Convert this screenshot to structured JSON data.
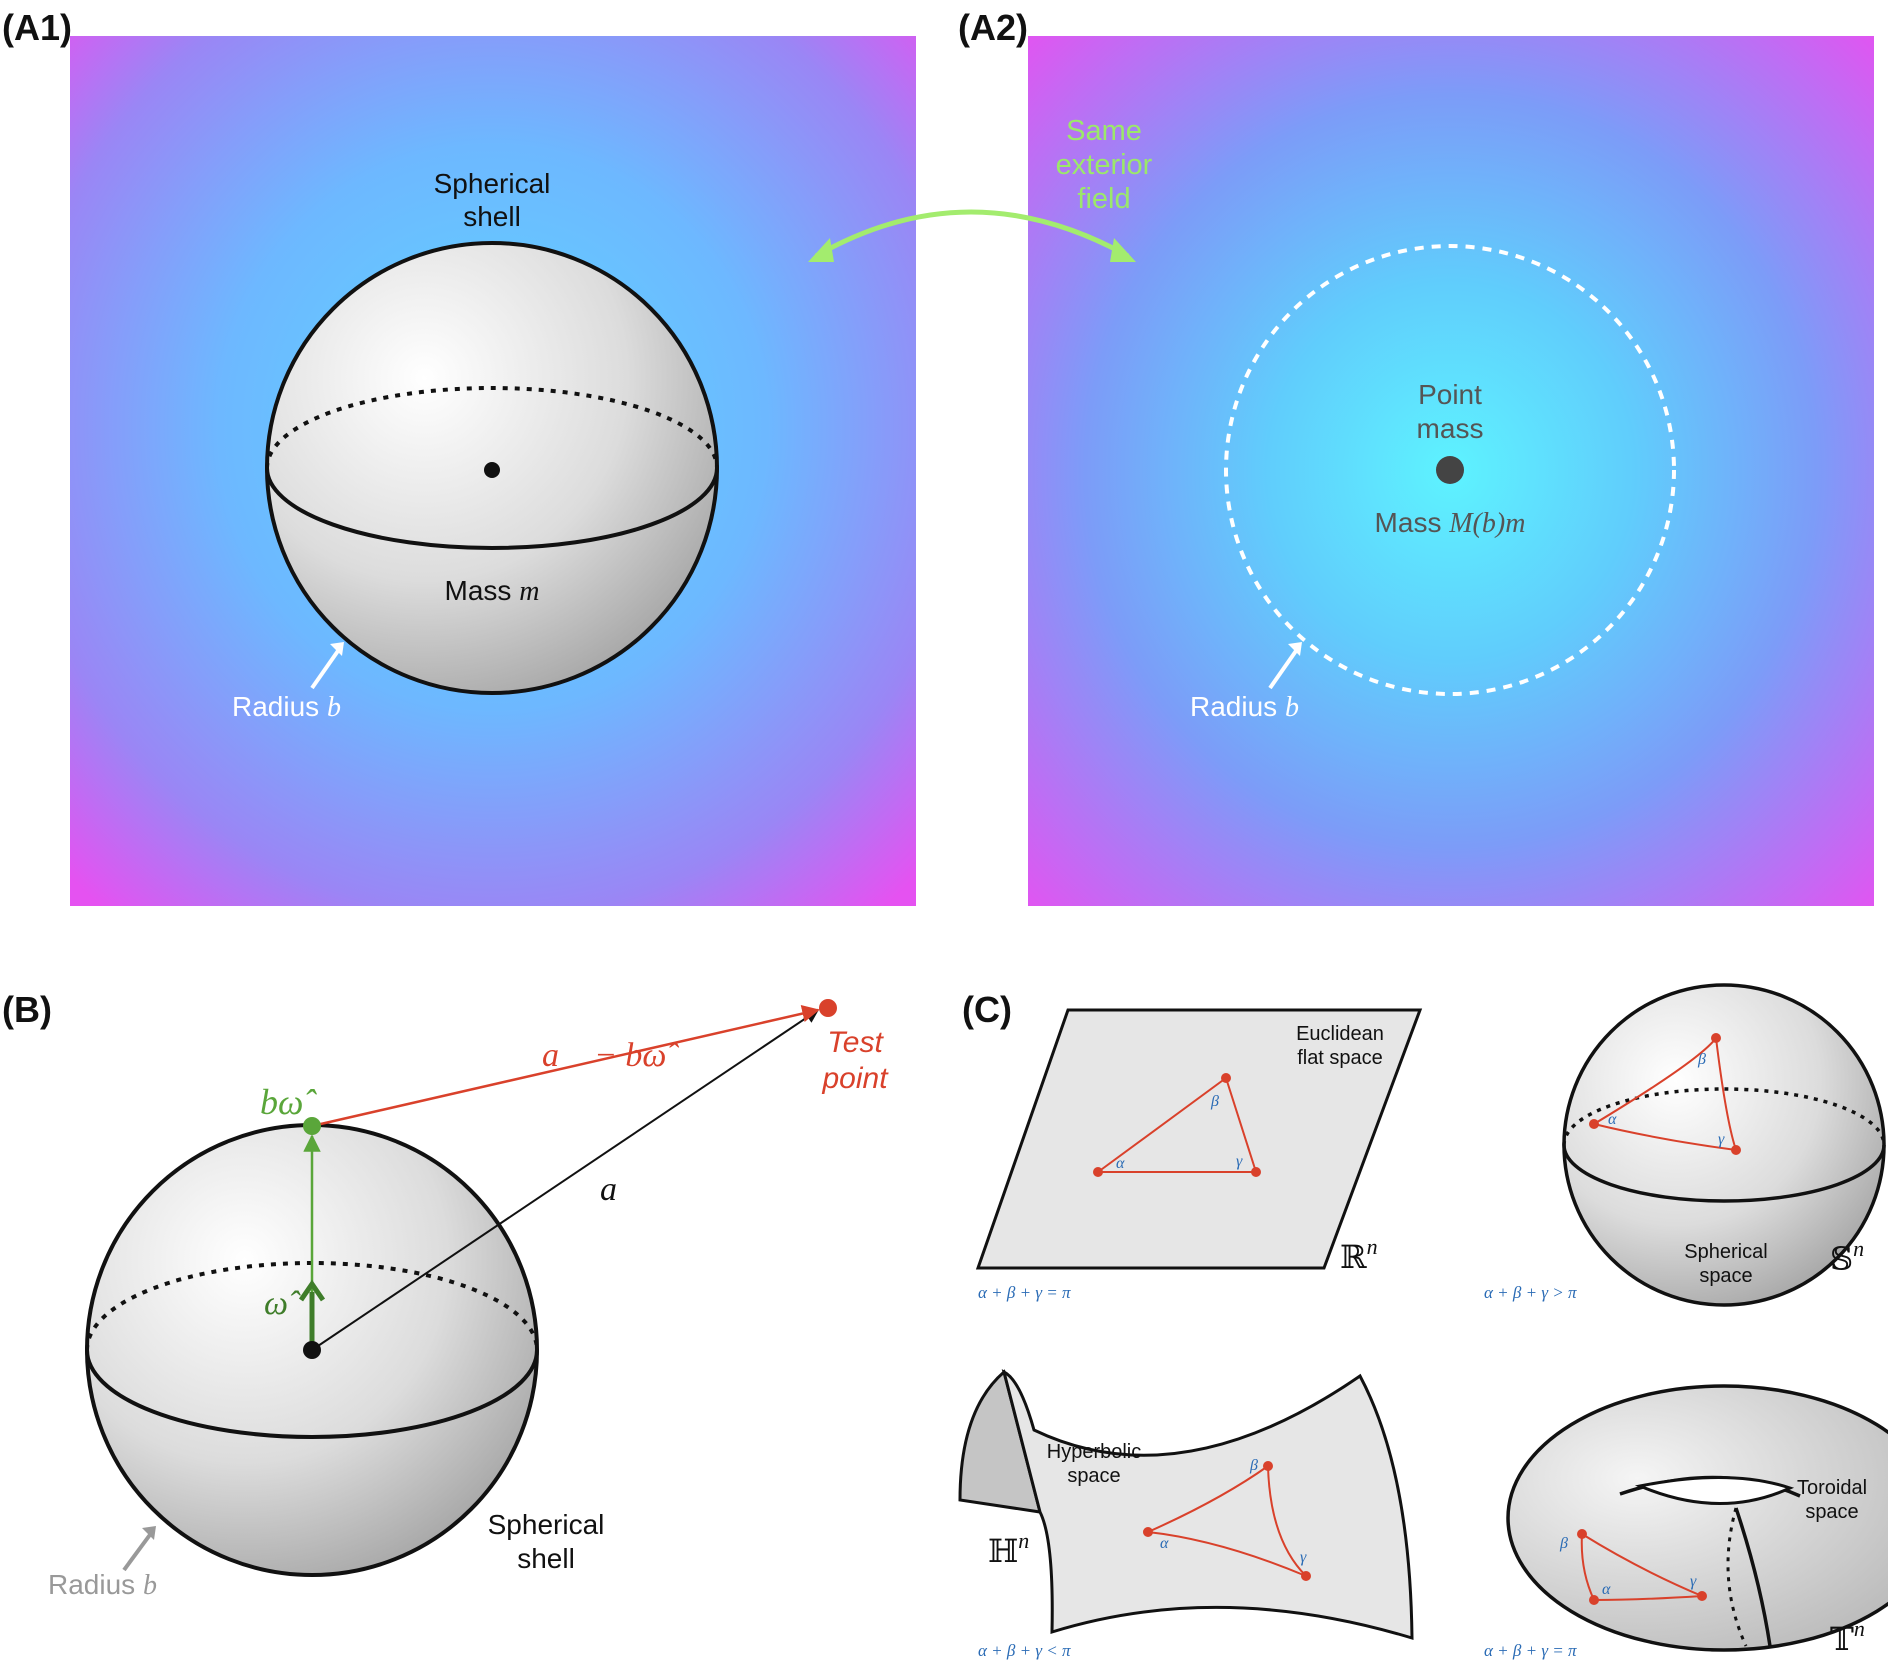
{
  "panels": {
    "a1": {
      "label": "(A1)",
      "shell_label_1": "Spherical",
      "shell_label_2": "shell",
      "mass_prefix": "Mass ",
      "mass_var": "m",
      "radius_prefix": "Radius ",
      "radius_var": "b"
    },
    "a2": {
      "label": "(A2)",
      "point_label_1": "Point",
      "point_label_2": "mass",
      "mass_prefix": "Mass ",
      "mass_var": "M(b)m",
      "radius_prefix": "Radius ",
      "radius_var": "b"
    },
    "link": {
      "line1": "Same",
      "line2": "exterior",
      "line3": "field"
    },
    "b": {
      "label": "(B)",
      "vec_diff": "a⃗ − bω̂",
      "test_1": "Test",
      "test_2": "point",
      "vec_a": "a⃗",
      "b_omega": "bω̂",
      "omega": "ω̂",
      "shell_1": "Spherical",
      "shell_2": "shell",
      "radius_prefix": "Radius ",
      "radius_var": "b"
    },
    "c": {
      "label": "(C)",
      "euclid": {
        "line1": "Euclidean",
        "line2": "flat space",
        "symbol": "ℝ",
        "power": "n",
        "rule": "α + β + γ = π",
        "alpha": "α",
        "beta": "β",
        "gamma": "γ"
      },
      "sphere": {
        "line1": "Spherical",
        "line2": "space",
        "symbol": "𝕊",
        "power": "n",
        "rule": "α + β + γ > π",
        "alpha": "α",
        "beta": "β",
        "gamma": "γ"
      },
      "hyper": {
        "line1": "Hyperbolic",
        "line2": "space",
        "symbol": "ℍ",
        "power": "n",
        "rule": "α + β + γ < π",
        "alpha": "α",
        "beta": "β",
        "gamma": "γ"
      },
      "torus": {
        "line1": "Toroidal",
        "line2": "space",
        "symbol": "𝕋",
        "power": "n",
        "rule": "α + β + γ = π",
        "alpha": "α",
        "beta": "β",
        "gamma": "γ"
      }
    }
  },
  "colors": {
    "gradient_center": "#5ee9ff",
    "gradient_mid": "#6bbcff",
    "gradient_corner": "#e055f0",
    "red": "#d9412b",
    "green": "#5aa63a",
    "blue": "#2a6bb5",
    "arrow_green": "#a3ec6e"
  }
}
